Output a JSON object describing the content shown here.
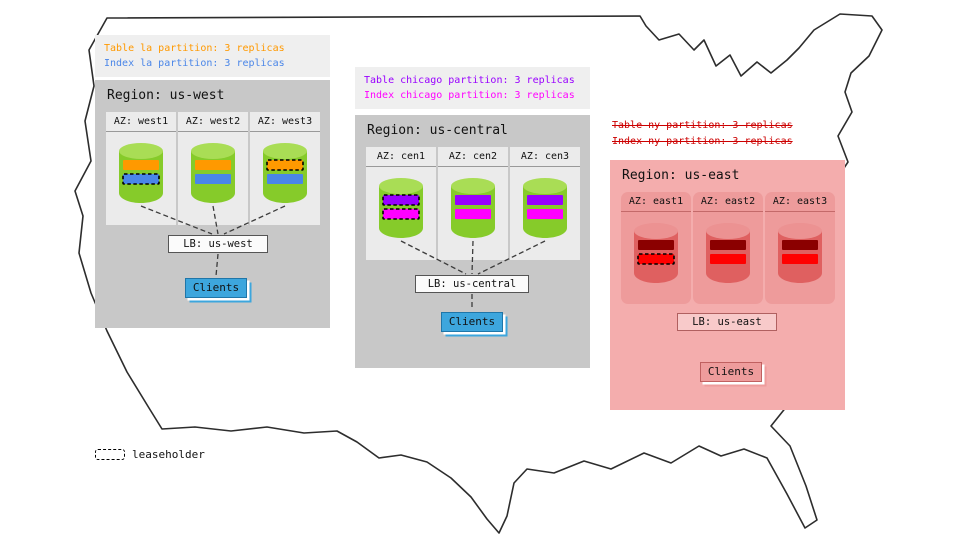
{
  "legend": {
    "label": "leaseholder"
  },
  "annotations": {
    "west": [
      {
        "text": "Table la partition: 3 replicas",
        "color": "#ff9900"
      },
      {
        "text": "Index la partition: 3 replicas",
        "color": "#4a86e8"
      }
    ],
    "central": [
      {
        "text": "Table chicago partition: 3 replicas",
        "color": "#9900ff"
      },
      {
        "text": "Index chicago partition: 3 replicas",
        "color": "#ff00ff"
      }
    ],
    "east": [
      {
        "text": "Table ny partition: 3 replicas",
        "color": "#cc0000",
        "strikethrough": true
      },
      {
        "text": "Index ny partition: 3 replicas",
        "color": "#cc0000",
        "strikethrough": true
      }
    ]
  },
  "regions": {
    "west": {
      "title": "Region: us-west",
      "lb_label": "LB: us-west",
      "clients_label": "Clients",
      "azs": [
        {
          "label": "AZ: west1",
          "bars": [
            {
              "color": "#ff9900",
              "leaseholder": false,
              "cls": "bar"
            },
            {
              "color": "#4a86e8",
              "leaseholder": true,
              "cls": "bar leaseholder"
            }
          ]
        },
        {
          "label": "AZ: west2",
          "bars": [
            {
              "color": "#ff9900",
              "leaseholder": false,
              "cls": "bar"
            },
            {
              "color": "#4a86e8",
              "leaseholder": false,
              "cls": "bar"
            }
          ]
        },
        {
          "label": "AZ: west3",
          "bars": [
            {
              "color": "#ff9900",
              "leaseholder": true,
              "cls": "bar leaseholder"
            },
            {
              "color": "#4a86e8",
              "leaseholder": false,
              "cls": "bar"
            }
          ]
        }
      ]
    },
    "central": {
      "title": "Region: us-central",
      "lb_label": "LB: us-central",
      "clients_label": "Clients",
      "azs": [
        {
          "label": "AZ: cen1",
          "bars": [
            {
              "color": "#9900ff",
              "leaseholder": true,
              "cls": "bar leaseholder"
            },
            {
              "color": "#ff00ff",
              "leaseholder": true,
              "cls": "bar leaseholder"
            }
          ]
        },
        {
          "label": "AZ: cen2",
          "bars": [
            {
              "color": "#9900ff",
              "leaseholder": false,
              "cls": "bar"
            },
            {
              "color": "#ff00ff",
              "leaseholder": false,
              "cls": "bar"
            }
          ]
        },
        {
          "label": "AZ: cen3",
          "bars": [
            {
              "color": "#9900ff",
              "leaseholder": false,
              "cls": "bar"
            },
            {
              "color": "#ff00ff",
              "leaseholder": false,
              "cls": "bar"
            }
          ]
        }
      ]
    },
    "east": {
      "title": "Region: us-east",
      "lb_label": "LB: us-east",
      "clients_label": "Clients",
      "azs": [
        {
          "label": "AZ: east1",
          "bars": [
            {
              "color": "#8b0000",
              "leaseholder": false,
              "cls": "bar"
            },
            {
              "color": "#ff0000",
              "leaseholder": true,
              "cls": "bar leaseholder"
            }
          ]
        },
        {
          "label": "AZ: east2",
          "bars": [
            {
              "color": "#8b0000",
              "leaseholder": false,
              "cls": "bar"
            },
            {
              "color": "#ff0000",
              "leaseholder": false,
              "cls": "bar"
            }
          ]
        },
        {
          "label": "AZ: east3",
          "bars": [
            {
              "color": "#8b0000",
              "leaseholder": false,
              "cls": "bar"
            },
            {
              "color": "#ff0000",
              "leaseholder": false,
              "cls": "bar"
            }
          ]
        }
      ]
    }
  },
  "colors": {
    "table_la": "#ff9900",
    "index_la": "#4a86e8",
    "table_chicago": "#9900ff",
    "index_chicago": "#ff00ff",
    "table_ny": "#8b0000",
    "index_ny": "#ff0000",
    "unavailable_text": "#cc0000",
    "cylinder_green": "#86cb2a",
    "cylinder_red": "#df6060",
    "region_gray": "#c8c8c8",
    "region_red": "#f4adad",
    "clients_blue": "#3da6dd",
    "clients_red": "#ee9c9c"
  }
}
